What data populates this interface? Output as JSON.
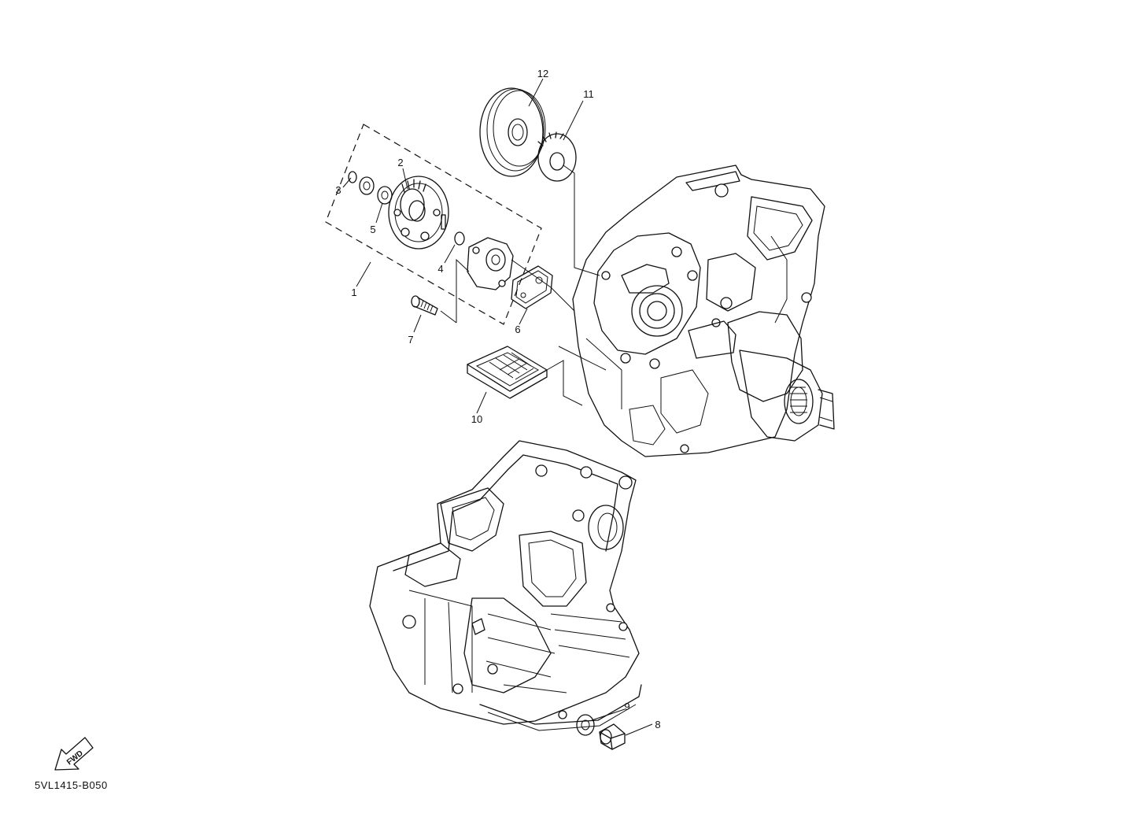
{
  "diagram": {
    "callouts": [
      {
        "id": "1",
        "label": "1"
      },
      {
        "id": "2",
        "label": "2"
      },
      {
        "id": "3",
        "label": "3"
      },
      {
        "id": "4",
        "label": "4"
      },
      {
        "id": "5",
        "label": "5"
      },
      {
        "id": "6",
        "label": "6"
      },
      {
        "id": "7",
        "label": "7"
      },
      {
        "id": "8",
        "label": "8"
      },
      {
        "id": "9",
        "label": "9"
      },
      {
        "id": "10",
        "label": "10"
      },
      {
        "id": "11",
        "label": "11"
      },
      {
        "id": "12",
        "label": "12"
      }
    ],
    "fwd_label": "FWD",
    "part_code": "5VL1415-B050"
  }
}
